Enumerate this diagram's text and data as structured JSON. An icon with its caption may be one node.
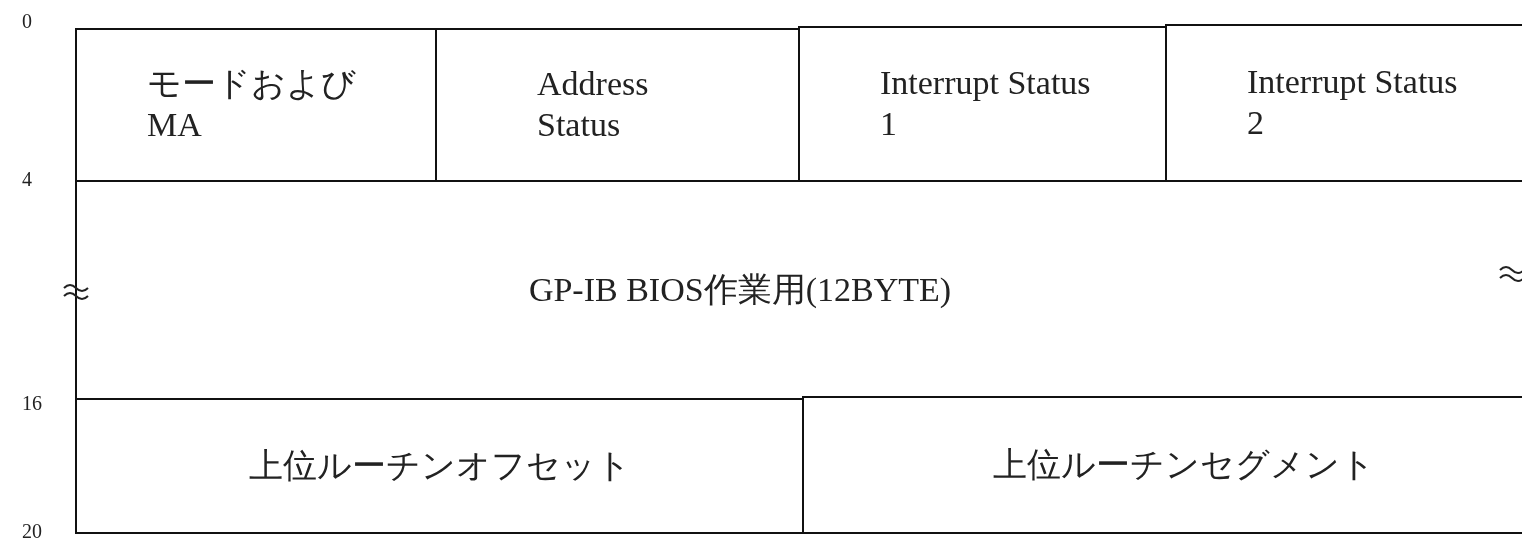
{
  "diagram": {
    "nodes": [
      {
        "text": [
          "モードおよびMA"
        ]
      },
      {
        "text": [
          "Address Status"
        ]
      },
      {
        "text": [
          "Interrupt Status 1"
        ]
      },
      {
        "text": [
          "Interrupt Status 2"
        ]
      },
      {
        "text": [
          "GP-IB BIOS作業用(12BYTE)"
        ]
      },
      {
        "text": [
          "上位ルーチンオフセット"
        ]
      },
      {
        "text": [
          "上位ルーチンセグメント"
        ]
      }
    ],
    "edges": [],
    "labels": [
      "0",
      "4",
      "16",
      "20"
    ]
  }
}
